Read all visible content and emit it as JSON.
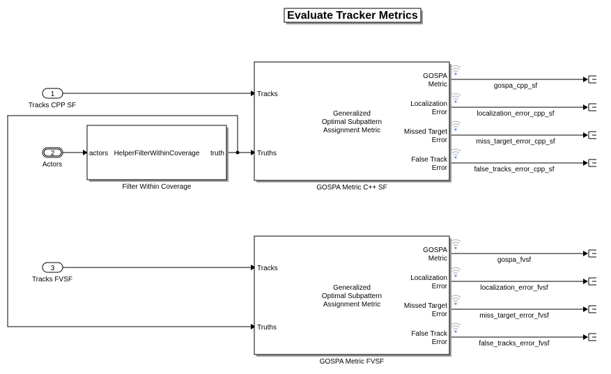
{
  "title": "Evaluate Tracker Metrics",
  "inports": [
    {
      "number": "1",
      "label": "Tracks CPP SF"
    },
    {
      "number": "2",
      "label": "Actors"
    },
    {
      "number": "3",
      "label": "Tracks FVSF"
    }
  ],
  "filter_block": {
    "name": "Filter Within Coverage",
    "function": "HelperFilterWithinCoverage",
    "input": "actors",
    "output": "truth"
  },
  "gospa_blocks": [
    {
      "name": "GOSPA Metric C++ SF",
      "description": [
        "Generalized",
        "Optimal Subpattern",
        "Assignment Metric"
      ],
      "inputs": [
        "Tracks",
        "Truths"
      ],
      "outputs": [
        {
          "line1": "GOSPA",
          "line2": "Metric",
          "signal": "gospa_cpp_sf"
        },
        {
          "line1": "Localization",
          "line2": "Error",
          "signal": "localization_error_cpp_sf"
        },
        {
          "line1": "Missed Target",
          "line2": "Error",
          "signal": "miss_target_error_cpp_sf"
        },
        {
          "line1": "False Track",
          "line2": "Error",
          "signal": "false_tracks_error_cpp_sf"
        }
      ]
    },
    {
      "name": "GOSPA Metric FVSF",
      "description": [
        "Generalized",
        "Optimal Subpattern",
        "Assignment Metric"
      ],
      "inputs": [
        "Tracks",
        "Truths"
      ],
      "outputs": [
        {
          "line1": "GOSPA",
          "line2": "Metric",
          "signal": "gospa_fvsf"
        },
        {
          "line1": "Localization",
          "line2": "Error",
          "signal": "localization_error_fvsf"
        },
        {
          "line1": "Missed Target",
          "line2": "Error",
          "signal": "miss_target_error_fvsf"
        },
        {
          "line1": "False Track",
          "line2": "Error",
          "signal": "false_tracks_error_fvsf"
        }
      ]
    }
  ]
}
